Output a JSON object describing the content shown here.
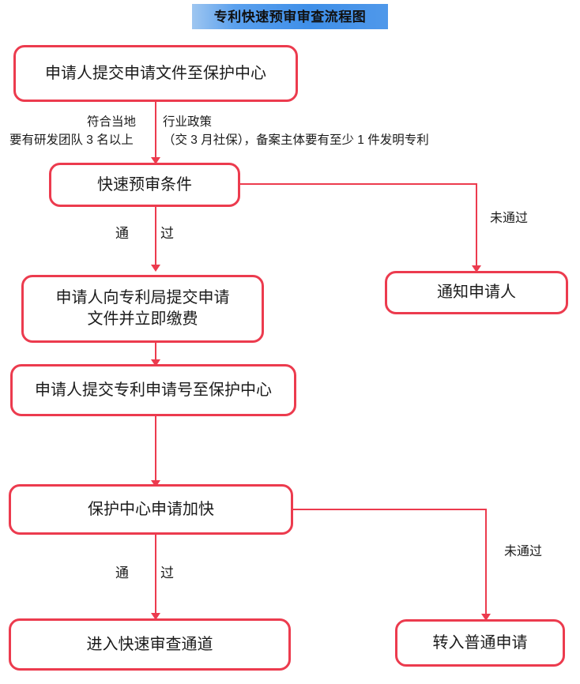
{
  "title": {
    "text": "专利快速预审审查流程图",
    "banner_gradient_from": "#9ec6f0",
    "banner_gradient_to": "#4f98ea"
  },
  "theme": {
    "node_border_color": "#ec3b4e",
    "connector_color": "#ec3b4e",
    "node_fill": "#ffffff",
    "text_color": "#1b1b1b"
  },
  "nodes": {
    "submit_to_center": "申请人提交申请文件至保护中心",
    "prescreen_condition": "快速预审条件",
    "notify_applicant": "通知申请人",
    "submit_to_patent_office": "申请人向专利局提交申请\n文件并立即缴费",
    "submit_app_number": "申请人提交专利申请号至保护中心",
    "center_request_speedup": "保护中心申请加快",
    "enter_fast_channel": "进入快速审查通道",
    "transfer_normal": "转入普通申请"
  },
  "annotations": {
    "condition_line1": "符合当地",
    "condition_line1_right": "行业政策",
    "condition_line2_left": "要有研发团队 3 名以上",
    "condition_line2_right": "（交 3 月社保），备案主体要有至少 1 件发明专利",
    "pass_1_left": "通",
    "pass_1_right": "过",
    "fail_1": "未通过",
    "pass_2_left": "通",
    "pass_2_right": "过",
    "fail_2": "未通过"
  }
}
